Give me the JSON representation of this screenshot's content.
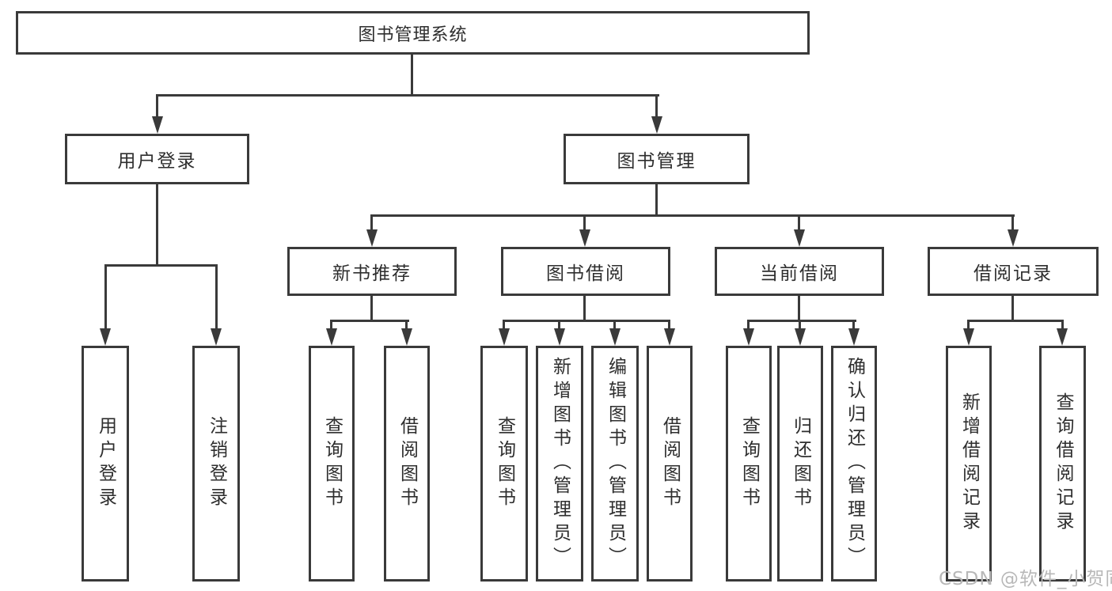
{
  "tree": {
    "root": "图书管理系统",
    "login": {
      "label": "用户登录",
      "children": [
        "用户登录",
        "注销登录"
      ]
    },
    "management": {
      "label": "图书管理"
    },
    "groups": [
      {
        "label": "新书推荐",
        "children": [
          "查询图书",
          "借阅图书"
        ]
      },
      {
        "label": "图书借阅",
        "children": [
          "查询图书",
          "新增图书（管理员）",
          "编辑图书（管理员）",
          "借阅图书"
        ]
      },
      {
        "label": "当前借阅",
        "children": [
          "查询图书",
          "归还图书",
          "确认归还（管理员）"
        ]
      },
      {
        "label": "借阅记录",
        "children": [
          "新增借阅记录",
          "查询借阅记录"
        ]
      }
    ]
  },
  "watermark": "CSDN @软件_小贺同学",
  "colors": {
    "line": "#3a3a3a",
    "text": "#2e2e2e",
    "watermark": "#b8b8b8",
    "background": "#ffffff"
  }
}
